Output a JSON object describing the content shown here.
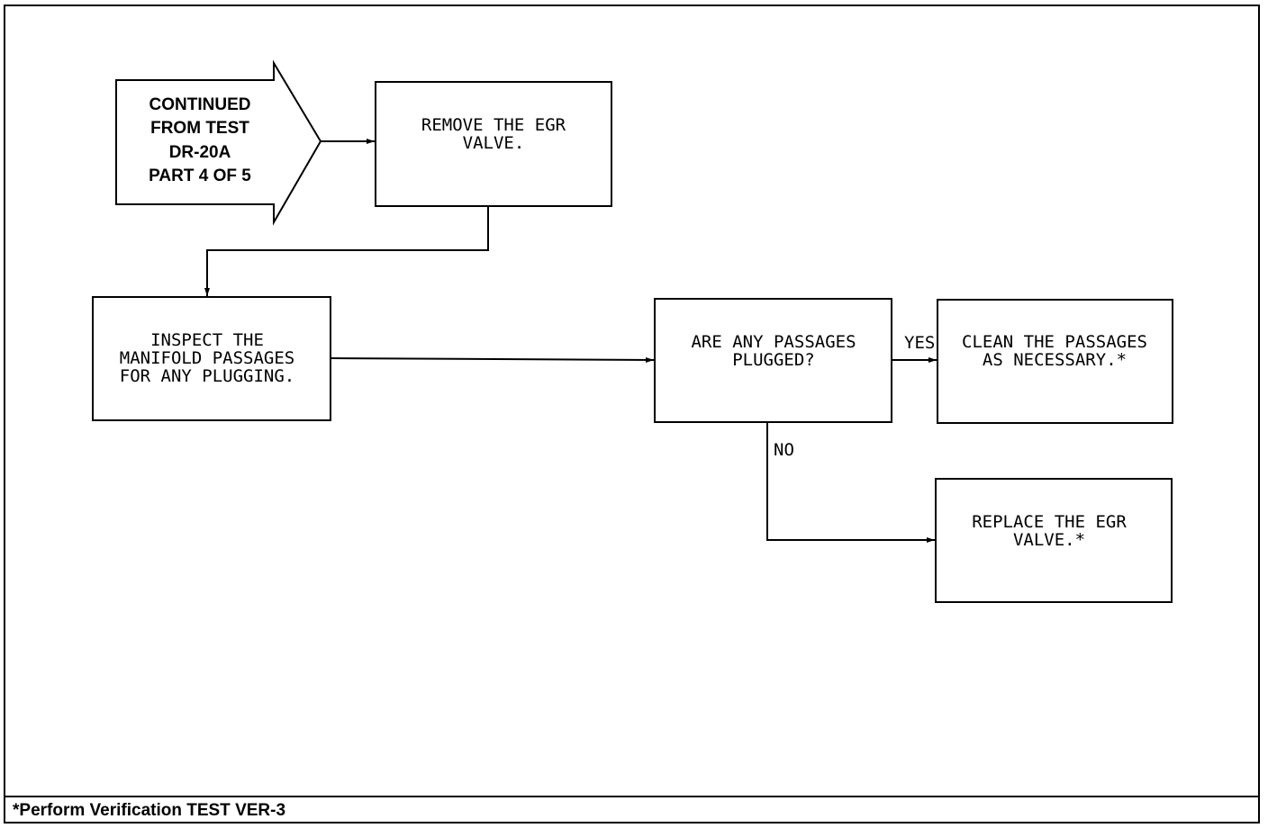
{
  "start_arrow": {
    "lines": [
      "CONTINUED",
      "FROM TEST",
      "DR-20A",
      "PART 4 OF 5"
    ]
  },
  "boxes": {
    "remove_egr": [
      "REMOVE THE EGR",
      "VALVE."
    ],
    "inspect": [
      "INSPECT THE",
      "MANIFOLD PASSAGES",
      "FOR ANY PLUGGING."
    ],
    "question": [
      "ARE ANY PASSAGES",
      "PLUGGED?"
    ],
    "clean": [
      "CLEAN THE PASSAGES",
      "AS NECESSARY.*"
    ],
    "replace": [
      "REPLACE THE EGR",
      "VALVE.*"
    ]
  },
  "labels": {
    "yes": "YES",
    "no": "NO"
  },
  "footer": {
    "note": "*Perform Verification TEST VER-3"
  }
}
